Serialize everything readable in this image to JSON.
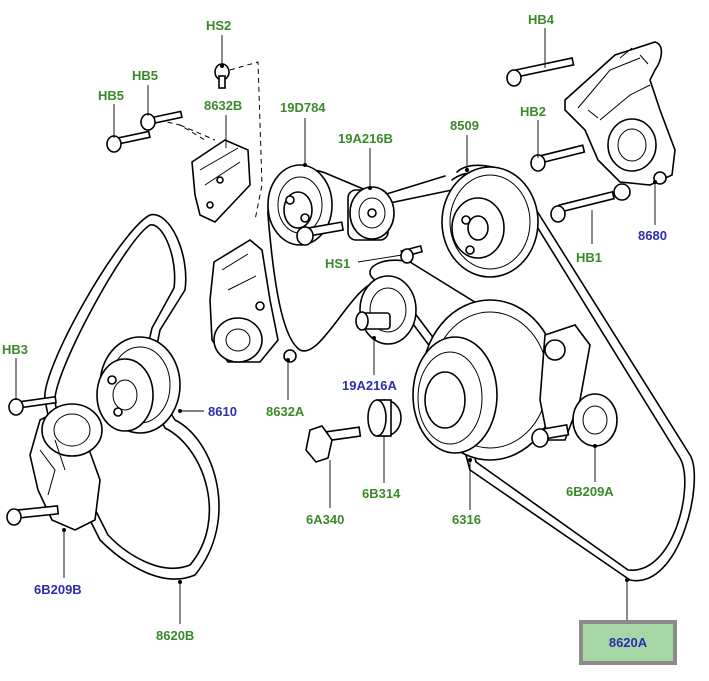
{
  "labels": {
    "hs2": "HS2",
    "hb4": "HB4",
    "hb5_a": "HB5",
    "hb5_b": "HB5",
    "p8632b": "8632B",
    "p19d784": "19D784",
    "p19a216b": "19A216B",
    "p8509": "8509",
    "hb2": "HB2",
    "p8680": "8680",
    "hb1": "HB1",
    "hs1": "HS1",
    "hb3": "HB3",
    "p8610": "8610",
    "p8632a": "8632A",
    "p19a216a": "19A216A",
    "p6a340": "6A340",
    "p6b314": "6B314",
    "p6316": "6316",
    "p6b209a": "6B209A",
    "p6b209b": "6B209B",
    "p8620b": "8620B",
    "p8620a": "8620A"
  },
  "colors": {
    "label_green": "#3a8a2a",
    "label_blue": "#2b2fb0",
    "selected_fill": "#a5d6a3",
    "selected_border": "#8b8b8b"
  },
  "selected_part": "8620A"
}
